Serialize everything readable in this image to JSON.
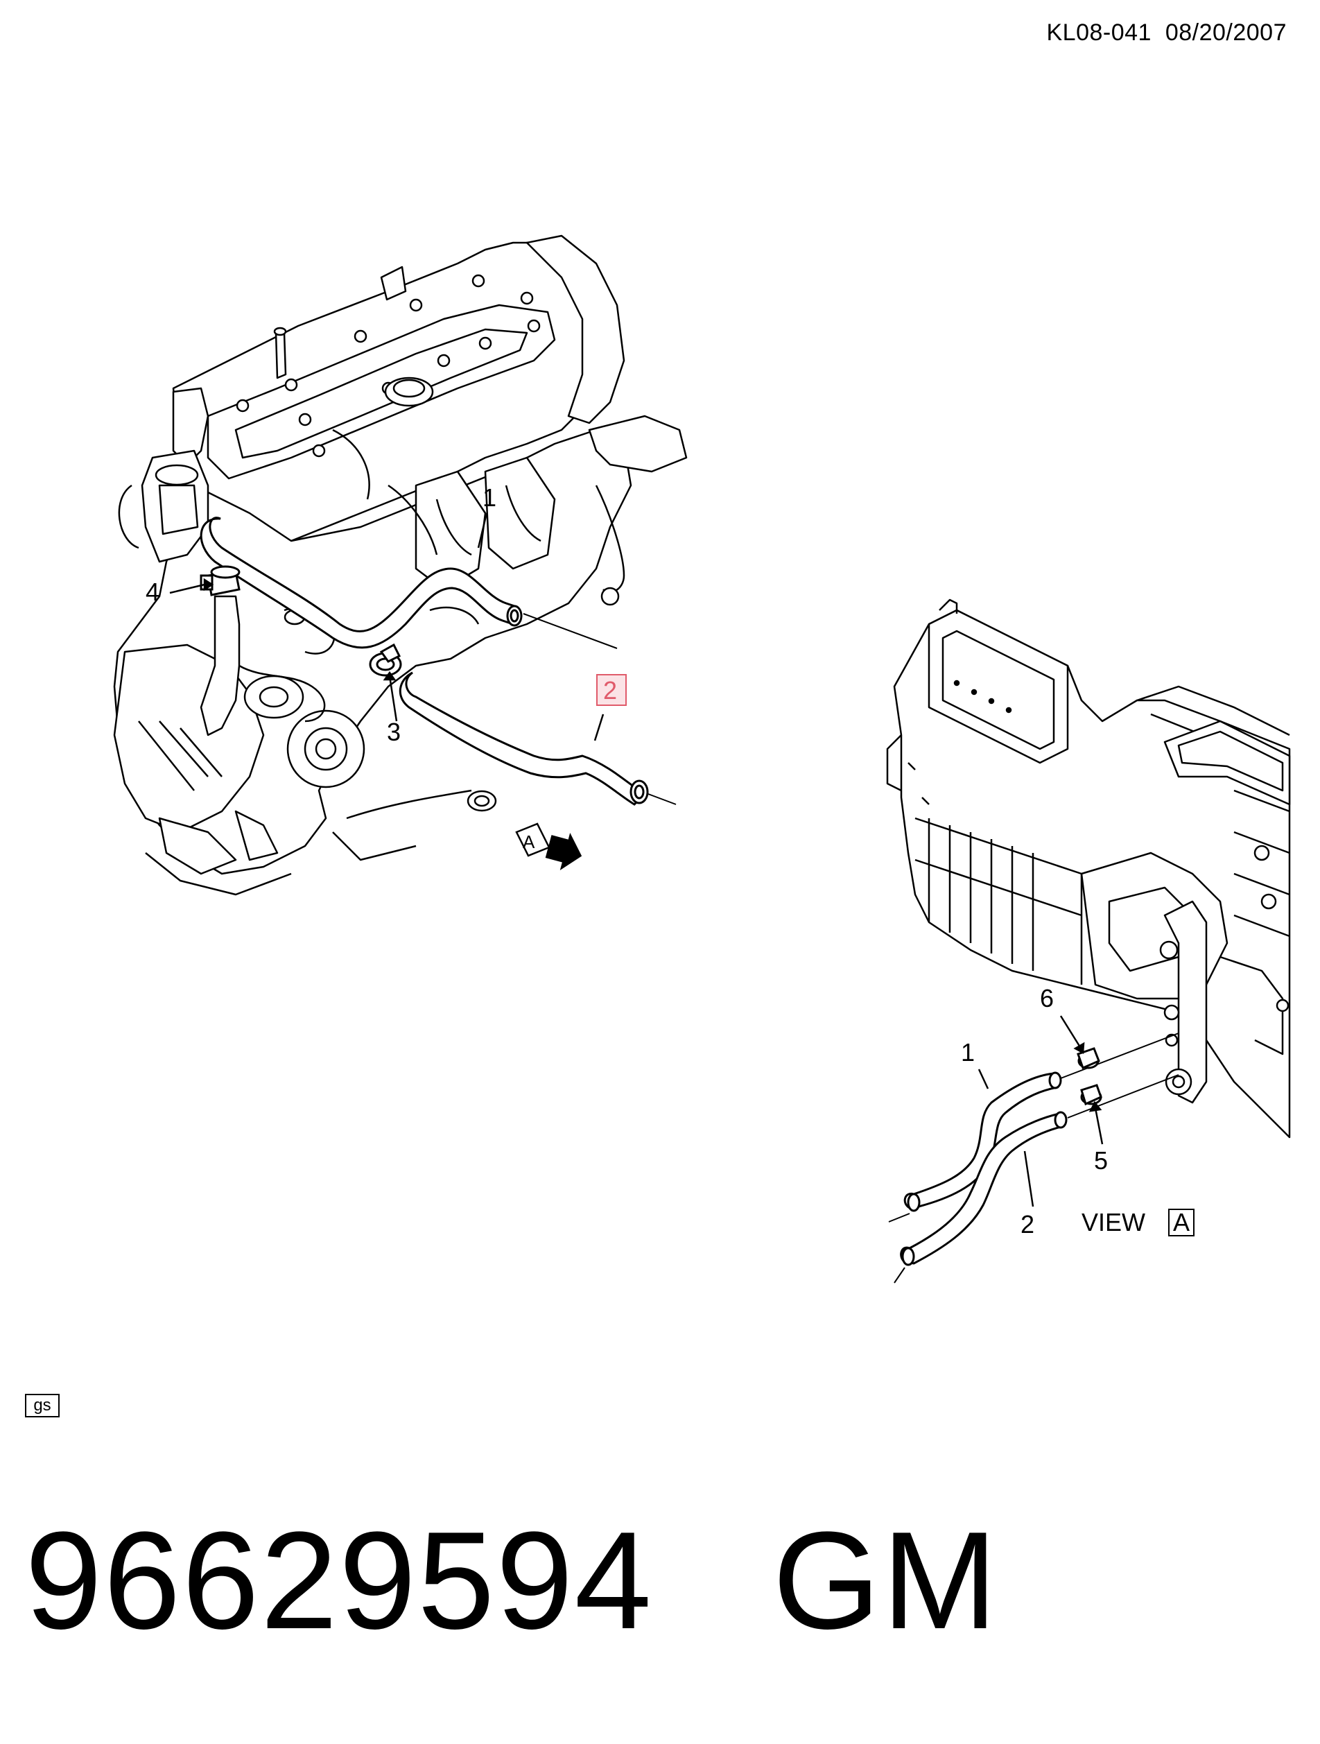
{
  "header": {
    "doc_code": "KL08-041  08/20/2007"
  },
  "callouts": {
    "engine": {
      "c1": "1",
      "c2": "2",
      "c3": "3",
      "c4": "4"
    },
    "view": {
      "c1": "1",
      "c2": "2",
      "c5": "5",
      "c6": "6"
    }
  },
  "view_marker": {
    "letter": "A"
  },
  "view_label": {
    "text": "VIEW",
    "letter": "A"
  },
  "footer": {
    "tag": "gs",
    "part_number": "96629594   GM"
  },
  "colors": {
    "highlight": "#e05a6a",
    "highlight_fill": "#fbe3e6",
    "line": "#000000"
  }
}
